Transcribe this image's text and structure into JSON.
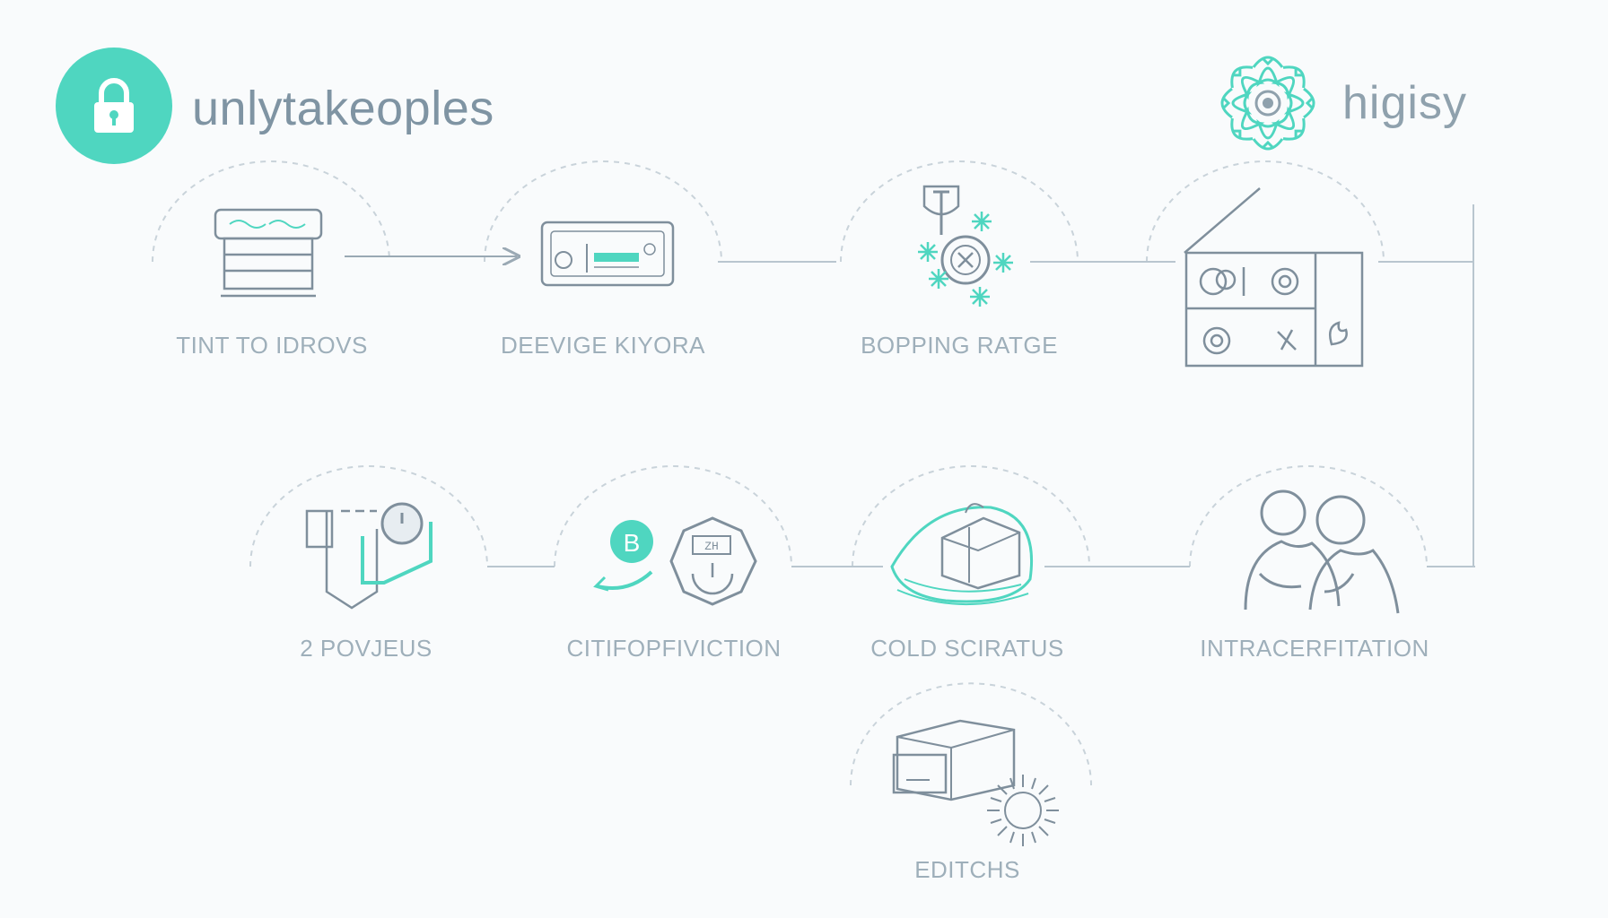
{
  "header": {
    "brand_title": "unlytakeoples",
    "brand_right": "higisy"
  },
  "steps": [
    {
      "label": "TINT TO IDROVS",
      "icon": "stacked-box-icon"
    },
    {
      "label": "DEEVIGE KIYORA",
      "icon": "id-card-icon"
    },
    {
      "label": "BOPPING RATGE",
      "icon": "snowflake-gear-icon"
    },
    {
      "label": "",
      "icon": "house-panel-icon"
    },
    {
      "label": "2 POVJEUS",
      "icon": "container-timer-icon"
    },
    {
      "label": "CITIFOPFIVICTION",
      "icon": "coin-badge-icon"
    },
    {
      "label": "COLD SCIRATUS",
      "icon": "cooling-package-icon"
    },
    {
      "label": "INTRACERFITATION",
      "icon": "people-icon"
    },
    {
      "label": "EDITCHS",
      "icon": "box-burst-icon"
    }
  ],
  "icon_badges": {
    "coin_letter": "B",
    "badge_text": "ZH"
  },
  "colors": {
    "accent": "#4fd6c0",
    "line": "#b9c6cf",
    "stroke": "#7f8f9c",
    "text": "#9eafba",
    "title": "#7f94a3"
  }
}
